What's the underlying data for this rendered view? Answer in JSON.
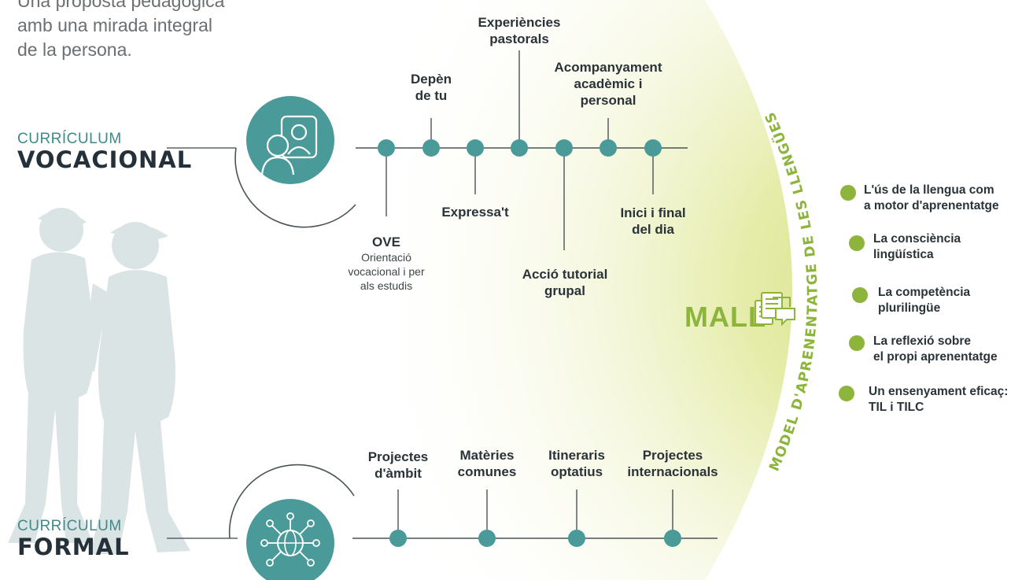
{
  "intro": [
    "Una proposta pedagògica",
    "amb una mirada integral",
    "de la persona."
  ],
  "vocacional": {
    "kicker": "CURRÍCULUM",
    "title": "VOCACIONAL",
    "items": {
      "depen": [
        "Depèn",
        "de tu"
      ],
      "experiencies": [
        "Experiències",
        "pastorals"
      ],
      "acompanyament": [
        "Acompanyament",
        "acadèmic i",
        "personal"
      ],
      "ove": "OVE",
      "ove_sub": [
        "Orientació",
        "vocacional i per",
        "als estudis"
      ],
      "expressat": "Expressa't",
      "accio": [
        "Acció tutorial",
        "grupal"
      ],
      "inici": [
        "Inici i final",
        "del dia"
      ]
    }
  },
  "formal": {
    "kicker": "CURRÍCULUM",
    "title": "FORMAL",
    "items": {
      "projectes_ambit": [
        "Projectes",
        "d'àmbit"
      ],
      "materies": [
        "Matèries",
        "comunes"
      ],
      "itineraris": [
        "Itineraris",
        "optatius"
      ],
      "internacionals": [
        "Projectes",
        "internacionals"
      ]
    }
  },
  "mall": {
    "label": "MALL",
    "arc_text": "MODEL D'APRENENTATGE DE LES LLENGÜES",
    "items": [
      [
        "L'ús de la llengua com",
        "a motor d'aprenentatge"
      ],
      [
        "La consciència",
        "lingüística"
      ],
      [
        "La competència",
        "plurilingüe"
      ],
      [
        "La reflexió sobre",
        "el propi aprenentatge"
      ],
      [
        "Un ensenyament eficaç:",
        "TIL i TILC"
      ]
    ]
  },
  "colors": {
    "teal": "#4a9a99",
    "green": "#8db53b",
    "dark": "#25313a",
    "silhouette": "#dbe4e5"
  }
}
